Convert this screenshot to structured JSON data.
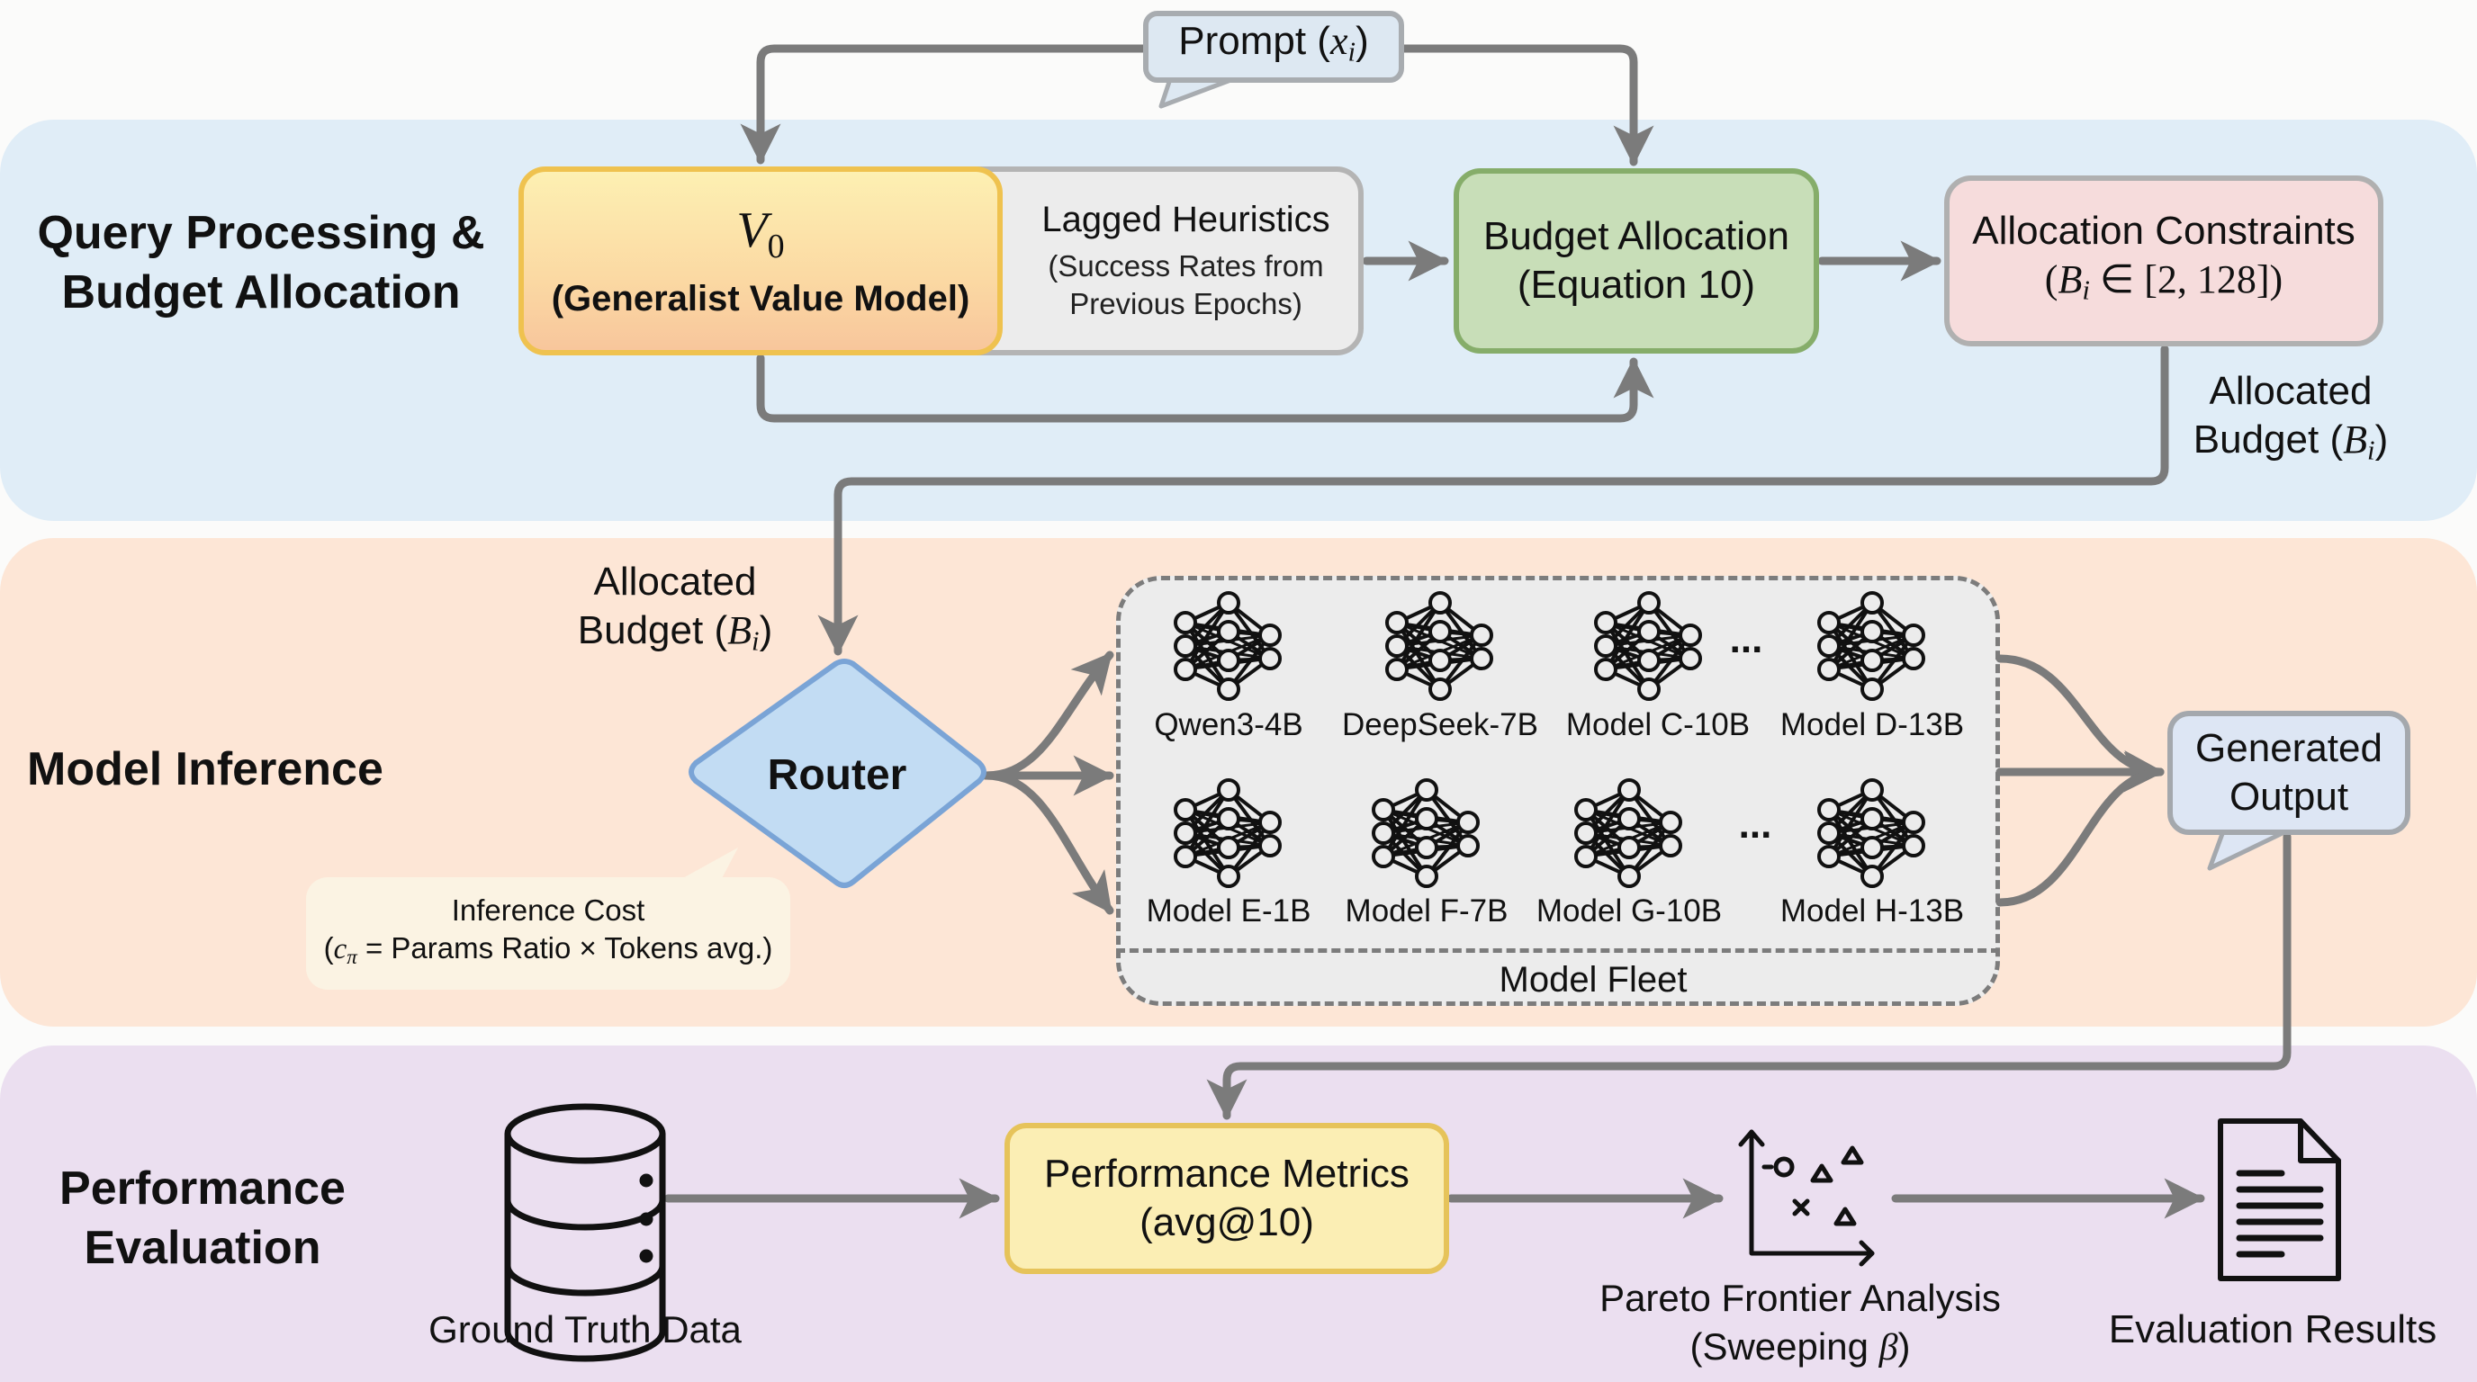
{
  "sections": {
    "query": {
      "title_line1": "Query Processing &",
      "title_line2": "Budget Allocation",
      "bg": "#e0edf7"
    },
    "inference": {
      "title": "Model Inference",
      "bg": "#fde6d6"
    },
    "evaluation": {
      "title_line1": "Performance",
      "title_line2": "Evaluation",
      "bg": "#ebdff0"
    }
  },
  "prompt": {
    "label": "Prompt (",
    "var": "x",
    "sub": "i",
    "close": ")"
  },
  "value_model": {
    "symbol": "V",
    "sub": "0",
    "label": "(Generalist Value Model)"
  },
  "lagged": {
    "title": "Lagged Heuristics",
    "line2": "(Success Rates from",
    "line3": "Previous Epochs)"
  },
  "budget_allocation": {
    "line1": "Budget Allocation",
    "line2": "(Equation 10)"
  },
  "constraints": {
    "line1": "Allocation Constraints",
    "expr_open": "(",
    "var": "B",
    "sub": "i",
    "expr_rest": " ∈ [2, 128])"
  },
  "allocated_budget_top": {
    "line1": "Allocated",
    "line2": "Budget (",
    "var": "B",
    "sub": "i",
    "close": ")"
  },
  "allocated_budget_mid": {
    "line1": "Allocated",
    "line2": "Budget (",
    "var": "B",
    "sub": "i",
    "close": ")"
  },
  "router": {
    "label": "Router"
  },
  "inference_cost": {
    "title": "Inference Cost",
    "open": "(",
    "var": "c",
    "sub": "π",
    "rest": " = Params Ratio × Tokens avg.)"
  },
  "fleet": {
    "title": "Model Fleet",
    "row1": [
      "Qwen3-4B",
      "DeepSeek-7B",
      "Model C-10B",
      "Model D-13B"
    ],
    "row2": [
      "Model E-1B",
      "Model F-7B",
      "Model G-10B",
      "Model H-13B"
    ],
    "ellipsis": "..."
  },
  "generated_output": {
    "line1": "Generated",
    "line2": "Output"
  },
  "ground_truth": {
    "label": "Ground Truth Data"
  },
  "performance_metrics": {
    "line1": "Performance Metrics",
    "line2": "(avg@10)"
  },
  "pareto": {
    "line1": "Pareto Frontier Analysis",
    "line2_open": "(Sweeping ",
    "var": "β",
    "line2_close": ")"
  },
  "evaluation_results": {
    "label": "Evaluation Results"
  },
  "colors": {
    "arrow": "#7b7b7b",
    "router_fill": "#c2dcf3",
    "router_stroke": "#7aa4d6"
  }
}
